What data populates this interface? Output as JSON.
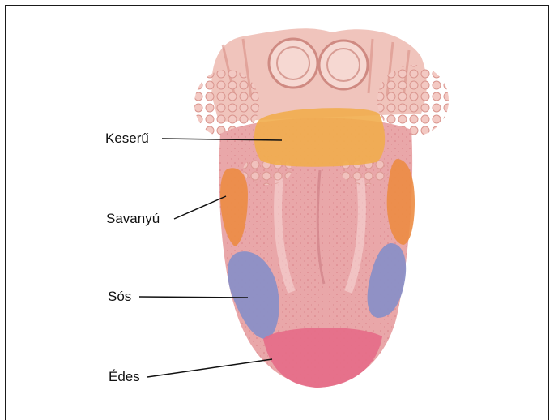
{
  "labels": {
    "bitter": "Keserű",
    "sour": "Savanyú",
    "salty": "Sós",
    "sweet": "Édes"
  },
  "colors": {
    "tongue": "#e9a7a9",
    "bitter_zone": "#f1ad4c",
    "sour_zone": "#ec8c43",
    "salty_zone": "#8b8fc6",
    "sweet_zone": "#e66b87"
  }
}
